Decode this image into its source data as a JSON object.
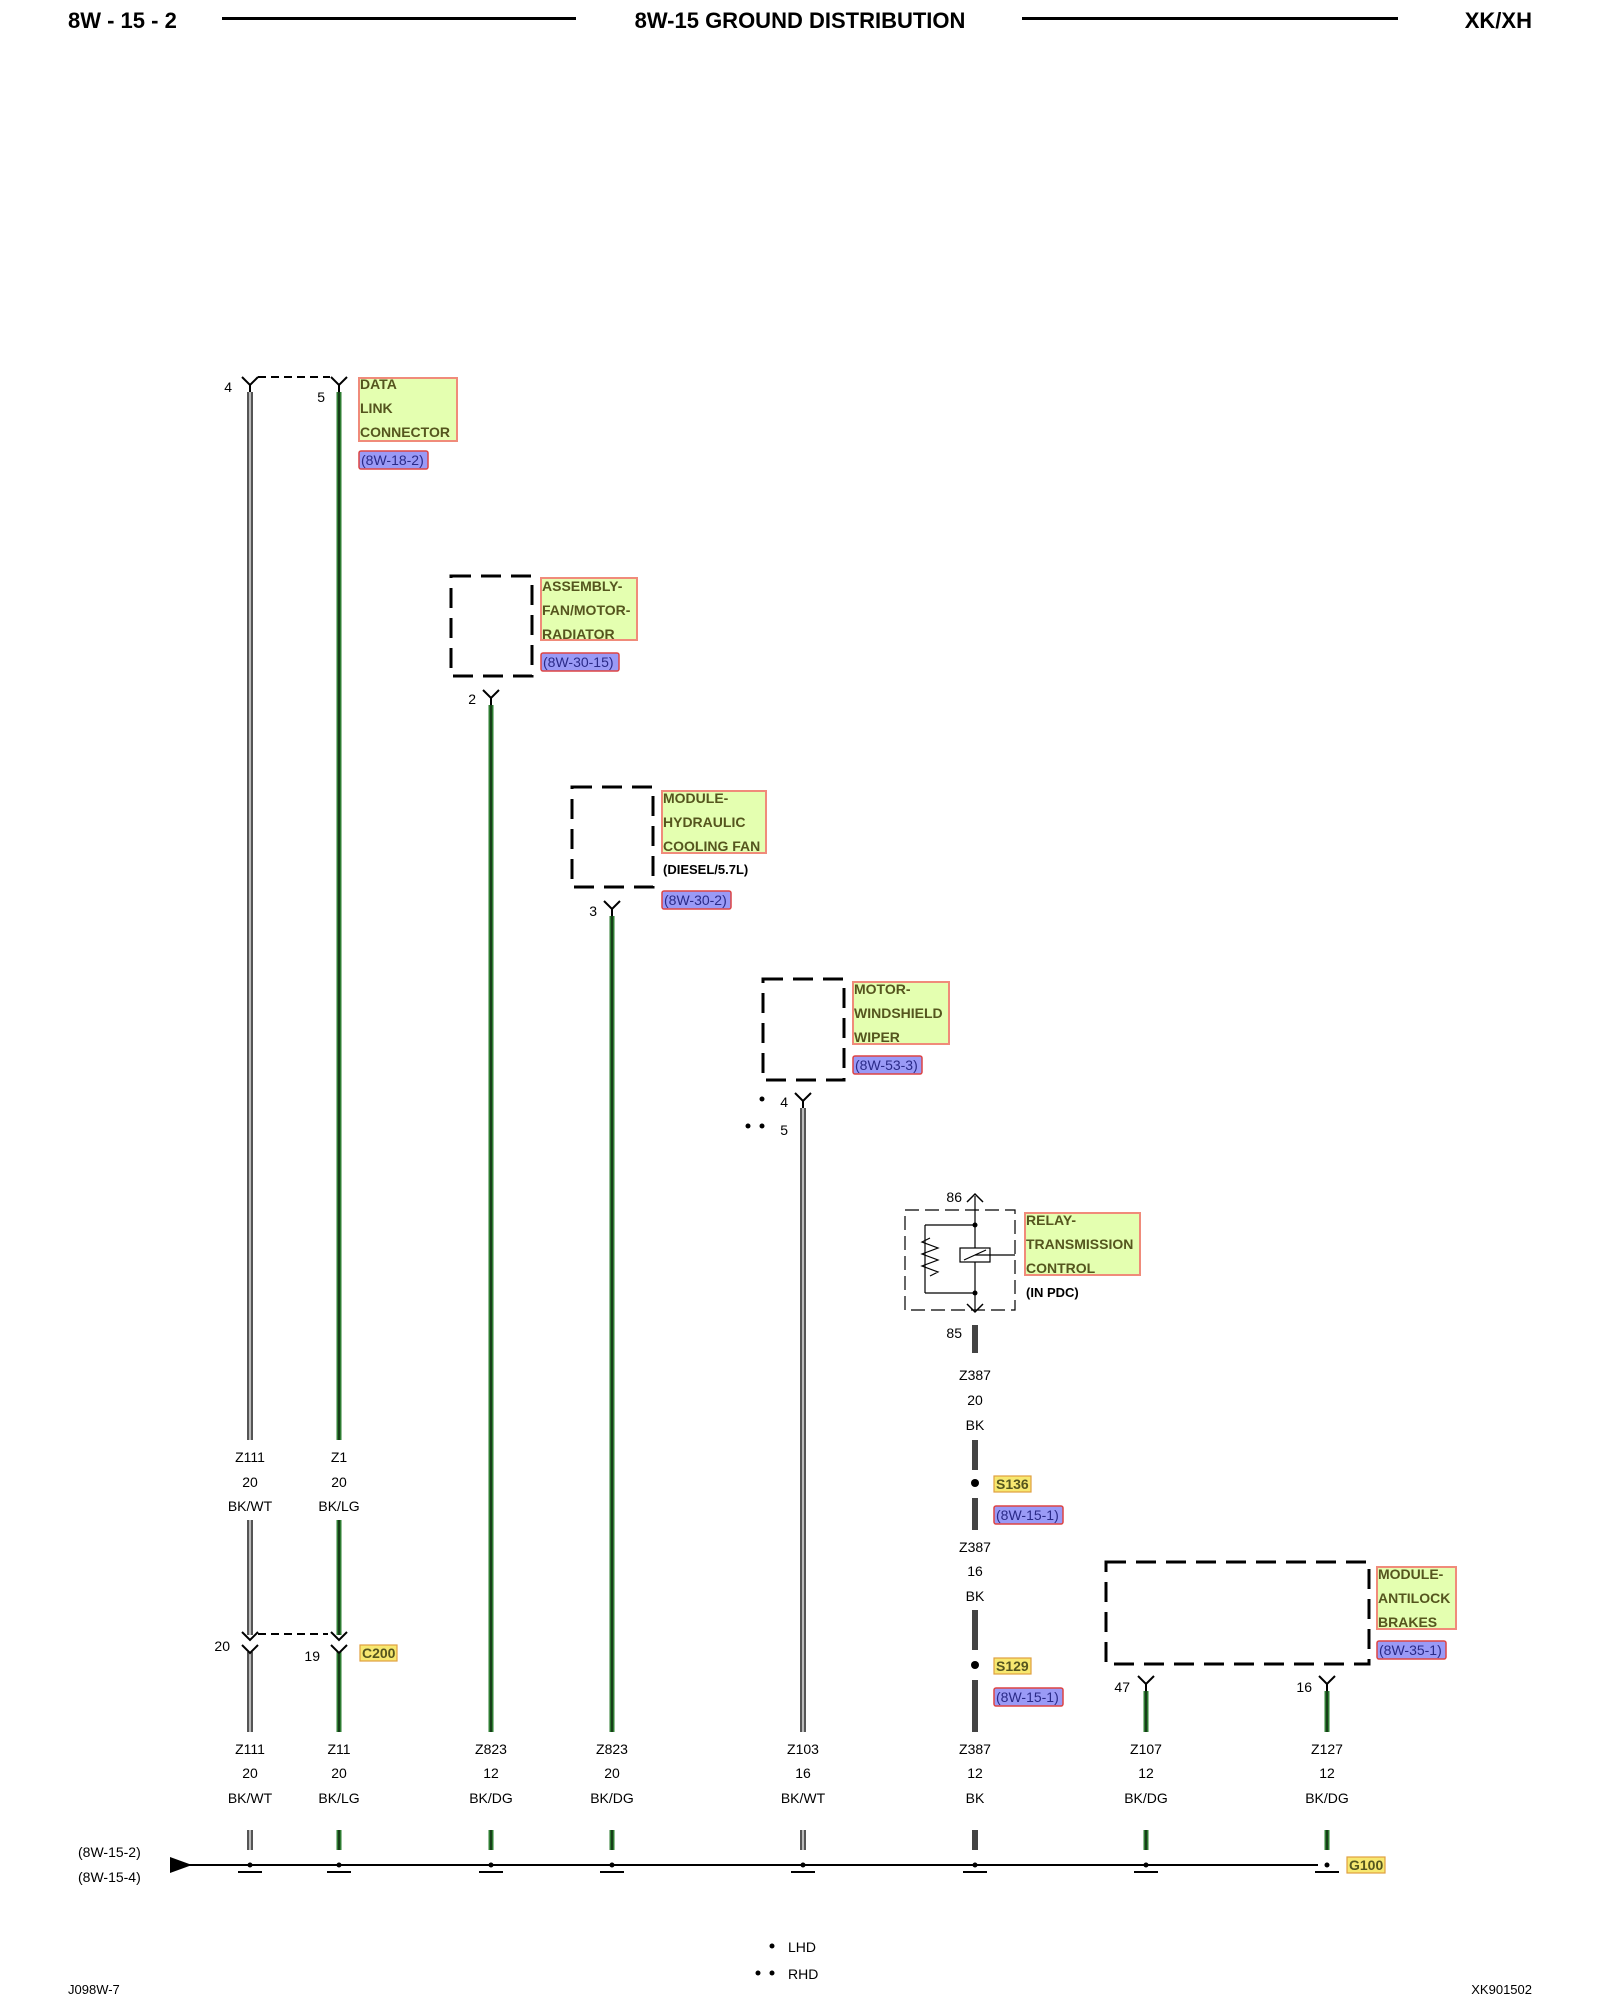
{
  "header": {
    "page": "8W - 15 - 2",
    "title": "8W-15 GROUND DISTRIBUTION",
    "model": "XK/XH"
  },
  "footer": {
    "left_code": "J098W-7",
    "right_code": "XK901502"
  },
  "legend": {
    "lhd": "LHD",
    "rhd": "RHD"
  },
  "components": {
    "data_link_connector": {
      "lines": [
        "DATA",
        "LINK",
        "CONNECTOR"
      ],
      "ref": "(8W-18-2)",
      "pins": [
        "4",
        "5"
      ]
    },
    "fan_motor_radiator": {
      "lines": [
        "ASSEMBLY-",
        "FAN/MOTOR-",
        "RADIATOR"
      ],
      "ref": "(8W-30-15)",
      "pin": "2"
    },
    "hydraulic_cooling_fan": {
      "lines": [
        "MODULE-",
        "HYDRAULIC",
        "COOLING FAN"
      ],
      "note": "(DIESEL/5.7L)",
      "ref": "(8W-30-2)",
      "pin": "3"
    },
    "windshield_wiper": {
      "lines": [
        "MOTOR-",
        "WINDSHIELD",
        "WIPER"
      ],
      "ref": "(8W-53-3)",
      "pins": [
        "4",
        "5"
      ]
    },
    "transmission_relay": {
      "lines": [
        "RELAY-",
        "TRANSMISSION",
        "CONTROL"
      ],
      "note": "(IN PDC)",
      "pins": [
        "86",
        "85"
      ]
    },
    "antilock_brakes": {
      "lines": [
        "MODULE-",
        "ANTILOCK",
        "BRAKES"
      ],
      "ref": "(8W-35-1)",
      "pins": [
        "47",
        "16"
      ]
    }
  },
  "connectors": {
    "c200": {
      "label": "C200",
      "pins": [
        "20",
        "19"
      ]
    }
  },
  "splices": [
    {
      "label": "S136",
      "ref": "(8W-15-1)"
    },
    {
      "label": "S129",
      "ref": "(8W-15-1)"
    }
  ],
  "ground": {
    "label": "G100",
    "refs": [
      "(8W-15-2)",
      "(8W-15-4)"
    ]
  },
  "upper_wires": [
    {
      "circuit": "Z111",
      "gauge": "20",
      "color": "BK/WT"
    },
    {
      "circuit": "Z1",
      "gauge": "20",
      "color": "BK/LG"
    },
    {
      "circuit": "Z387",
      "gauge": "20",
      "color": "BK"
    },
    {
      "circuit": "Z387",
      "gauge": "16",
      "color": "BK"
    }
  ],
  "bottom_wires": [
    {
      "circuit": "Z111",
      "gauge": "20",
      "color": "BK/WT"
    },
    {
      "circuit": "Z11",
      "gauge": "20",
      "color": "BK/LG"
    },
    {
      "circuit": "Z823",
      "gauge": "12",
      "color": "BK/DG"
    },
    {
      "circuit": "Z823",
      "gauge": "20",
      "color": "BK/DG"
    },
    {
      "circuit": "Z103",
      "gauge": "16",
      "color": "BK/WT"
    },
    {
      "circuit": "Z387",
      "gauge": "12",
      "color": "BK"
    },
    {
      "circuit": "Z107",
      "gauge": "12",
      "color": "BK/DG"
    },
    {
      "circuit": "Z127",
      "gauge": "12",
      "color": "BK/DG"
    }
  ],
  "wire_colors": {
    "black_white": "#555555",
    "green": "#2e7d32",
    "black": "#444444"
  }
}
